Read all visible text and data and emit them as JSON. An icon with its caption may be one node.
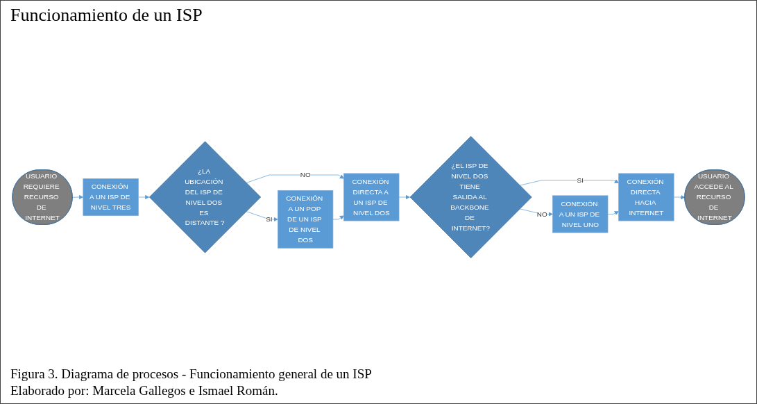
{
  "diagram": {
    "title": "Funcionamiento de un ISP",
    "caption": "Figura 3. Diagrama de procesos - Funcionamiento general de un ISP",
    "nodes": [
      {
        "text": [
          "USUARIO REQUIERE RECURSO DE INTERNET"
        ]
      },
      {
        "text": [
          "CONEXIÓN A UN ISP DE NIVEL TRES"
        ]
      },
      {
        "text": [
          "USUARIO ACCEDE AL RECURSO DE INTERNET"
        ]
      },
      {
        "text": [
          "CONEXIÓN DIRECTA HACIA INTERNET"
        ]
      },
      {
        "text": [
          "¿LA UBICACIÓN DEL ISP DE NIVEL DOS ES DISTANTE ?"
        ]
      },
      {
        "text": [
          "CONEXIÓN DIRECTA A UN ISP DE NIVEL DOS"
        ]
      },
      {
        "text": [
          "¿EL ISP DE NIVEL DOS TIENE SALIDA AL BACKBONE DE INTERNET?"
        ]
      },
      {
        "text": [
          "CONEXIÓN A UN ISP DE NIVEL UNO"
        ]
      },
      {
        "text": [
          "CONEXIÓN A UN POP DE UN ISP DE NIVEL DOS"
        ]
      }
    ],
    "edges": [
      {
        "from": 0,
        "to": 1,
        "arrow": "to"
      },
      {
        "from": 1,
        "to": 4,
        "arrow": "to"
      },
      {
        "from": 4,
        "to": 5,
        "arrow": "to",
        "label": "NO"
      },
      {
        "from": 4,
        "to": 8,
        "arrow": "to",
        "label": "SI"
      },
      {
        "from": 8,
        "to": 5,
        "arrow": "to"
      },
      {
        "from": 5,
        "to": 6,
        "arrow": "to"
      },
      {
        "from": 6,
        "to": 3,
        "arrow": "to",
        "label": "SI"
      },
      {
        "from": 6,
        "to": 7,
        "arrow": "to",
        "label": "NO"
      },
      {
        "from": 7,
        "to": 3,
        "arrow": "to"
      },
      {
        "from": 3,
        "to": 2,
        "arrow": "to"
      }
    ],
    "labels": [
      "Elaborado por: Marcela Gallegos e Ismael Román."
    ]
  }
}
